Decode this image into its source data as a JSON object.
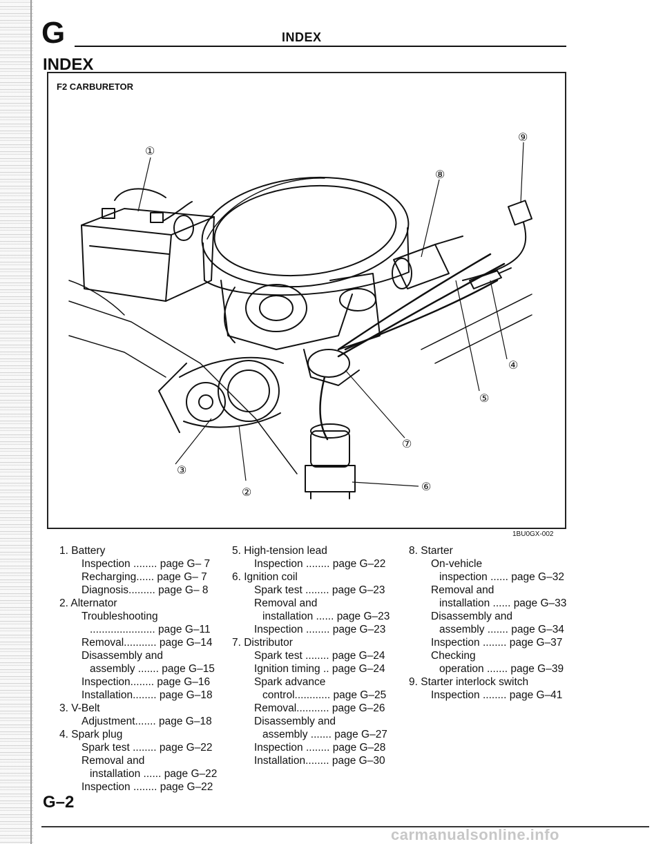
{
  "header": {
    "section_letter": "G",
    "title": "INDEX"
  },
  "section_title": "INDEX",
  "figure": {
    "caption": "F2 CARBURETOR",
    "code": "1BU0GX-002",
    "callouts": [
      "①",
      "②",
      "③",
      "④",
      "⑤",
      "⑥",
      "⑦",
      "⑧",
      "⑨"
    ]
  },
  "index": {
    "col1": [
      "1. Battery",
      "Inspection ........ page G– 7",
      "Recharging...... page G– 7",
      "Diagnosis......... page G– 8",
      "2. Alternator",
      "Troubleshooting",
      "...................... page G–11",
      "Removal........... page G–14",
      "Disassembly and",
      "assembly ....... page G–15",
      "Inspection........ page G–16",
      "Installation........ page G–18",
      "3. V-Belt",
      "Adjustment....... page G–18",
      "4. Spark plug",
      "Spark test ........ page G–22",
      "Removal and",
      "installation ...... page G–22",
      "Inspection ........ page G–22"
    ],
    "col2": [
      "5. High-tension lead",
      "Inspection ........ page G–22",
      "6. Ignition coil",
      "Spark test ........ page G–23",
      "Removal and",
      "installation ...... page G–23",
      "Inspection ........ page G–23",
      "7. Distributor",
      "Spark test ........ page G–24",
      "Ignition timing .. page G–24",
      "Spark advance",
      "control............ page G–25",
      "Removal........... page G–26",
      "Disassembly and",
      "assembly ....... page G–27",
      "Inspection ........ page G–28",
      "Installation........ page G–30"
    ],
    "col3": [
      "8. Starter",
      "On-vehicle",
      "inspection ...... page G–32",
      "Removal and",
      "installation ...... page G–33",
      "Disassembly and",
      "assembly ....... page G–34",
      "Inspection ........ page G–37",
      "Checking",
      "operation ....... page G–39",
      "9. Starter interlock switch",
      "Inspection ........ page G–41"
    ]
  },
  "page_number": "G–2",
  "watermark": "carmanualsonline.info"
}
